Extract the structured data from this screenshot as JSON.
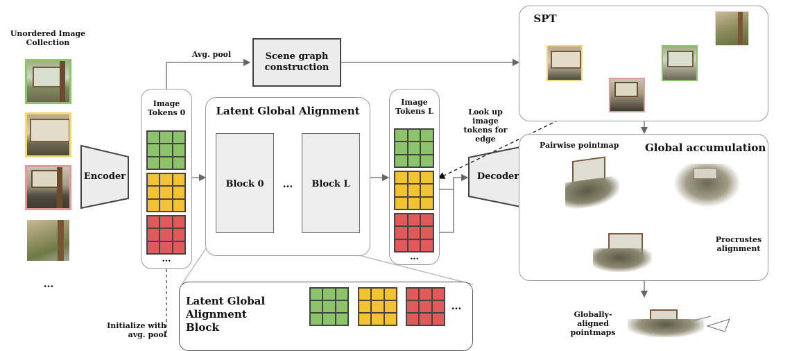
{
  "input": {
    "title": "Unordered Image Collection",
    "ellipsis": "…",
    "frame_colors": [
      "#8cc46c",
      "#f2c230",
      "#e07f7f",
      "#ffffff"
    ]
  },
  "encoder": {
    "label": "Encoder"
  },
  "tokens0": {
    "label": "Image Tokens 0",
    "ellipsis": "…"
  },
  "avg_pool": {
    "label": "Avg. pool"
  },
  "scene_graph": {
    "label": "Scene graph construction"
  },
  "lga": {
    "title": "Latent Global Alignment",
    "block0": "Block 0",
    "dots": "…",
    "blockL": "Block L"
  },
  "tokensL": {
    "label": "Image Tokens L",
    "ellipsis": "…"
  },
  "lookup": {
    "label": "Look up image tokens for edge"
  },
  "decoder": {
    "label": "Decoder"
  },
  "spt": {
    "title": "SPT"
  },
  "accum": {
    "title": "Global accumulation",
    "pairwise": "Pairwise pointmap",
    "procrustes": "Procrustes alignment"
  },
  "output": {
    "label": "Globally-aligned pointmaps"
  },
  "init": {
    "label": "Initialize with avg. pool"
  },
  "lgab": {
    "title": "Latent Global Alignment Block",
    "ellipsis": "…"
  },
  "colors": {
    "green": "#8cc46c",
    "yellow": "#f2c230",
    "red": "#e05a5a",
    "arrow": "#666666"
  }
}
